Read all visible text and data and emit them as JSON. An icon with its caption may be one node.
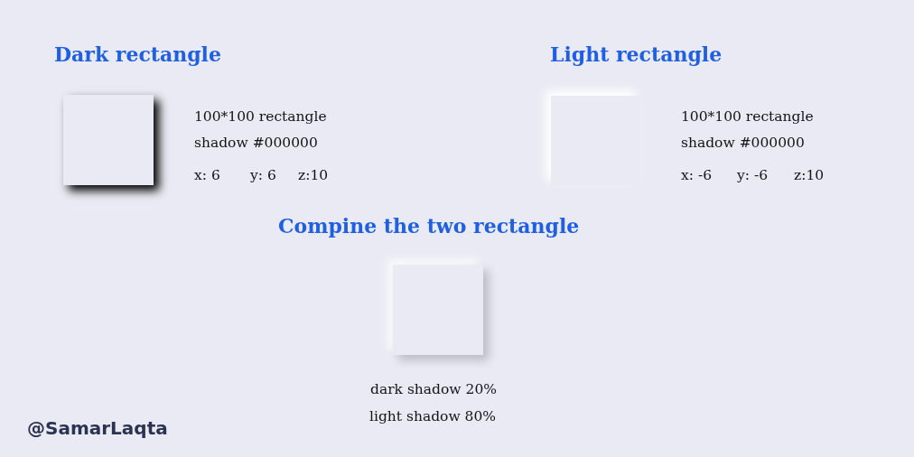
{
  "diagram": {
    "labels": [
      "Dark rectangle",
      "100*100 rectangle",
      "shadow #000000",
      "x: 6",
      "y: 6",
      "z:10",
      "Light rectangle",
      "100*100 rectangle",
      "shadow #000000",
      "x: -6",
      "y: -6",
      "z:10",
      "Compine the two rectangle",
      "dark shadow 20%",
      "light shadow 80%",
      "@SamarLaqta"
    ]
  }
}
